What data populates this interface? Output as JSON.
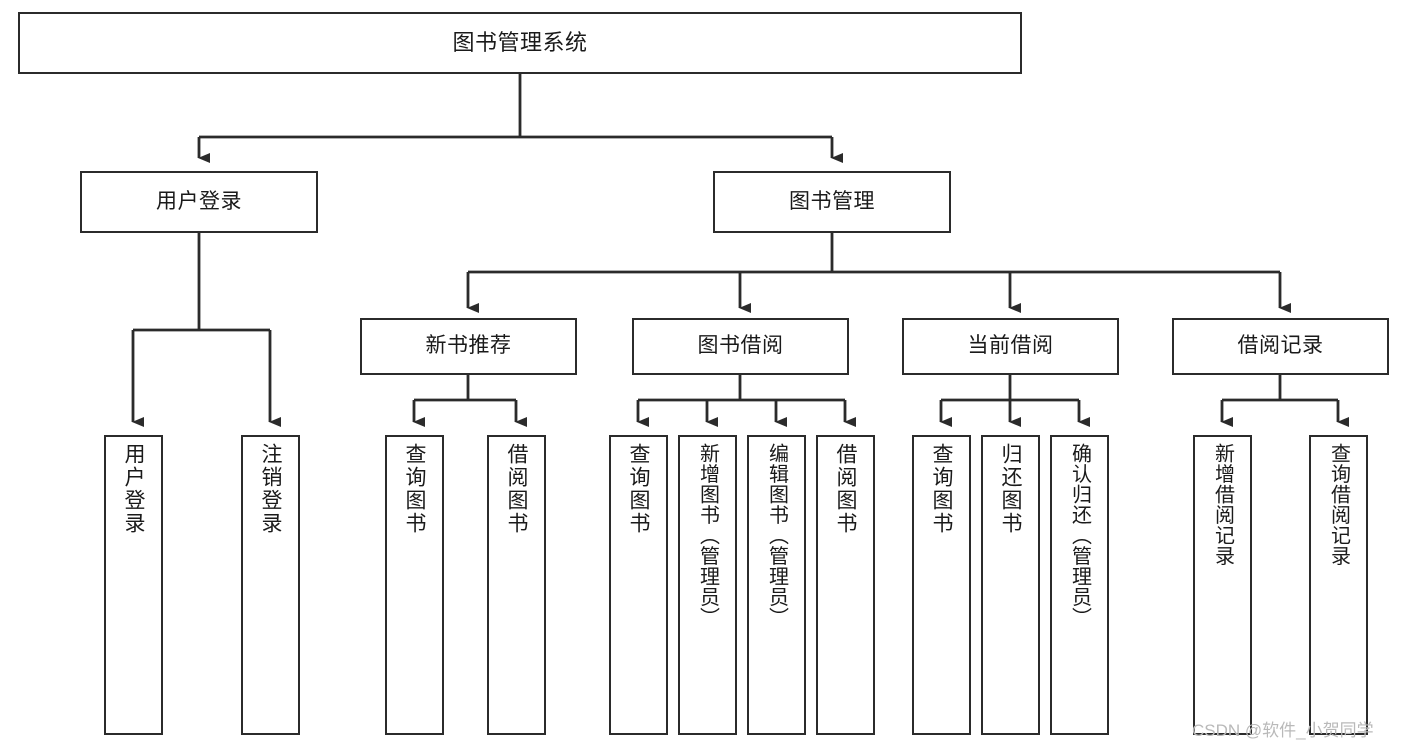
{
  "diagram": {
    "type": "tree-hierarchy",
    "title": "图书管理系统",
    "orientation": "top-down",
    "line_color": "#2b2b2b",
    "box_fill": "#ffffff",
    "text_color": "#1a1a1a"
  },
  "nodes": {
    "root": {
      "label": "图书管理系统"
    },
    "level2": [
      {
        "id": "user-login",
        "label": "用户登录"
      },
      {
        "id": "book-manage",
        "label": "图书管理"
      }
    ],
    "level3": [
      {
        "id": "new-book-recommend",
        "label": "新书推荐"
      },
      {
        "id": "book-borrow",
        "label": "图书借阅"
      },
      {
        "id": "current-borrow",
        "label": "当前借阅"
      },
      {
        "id": "borrow-record",
        "label": "借阅记录"
      }
    ],
    "leaves": {
      "user_login": [
        {
          "id": "leaf-user-login",
          "label": "用户登录"
        },
        {
          "id": "leaf-logout-login",
          "label": "注销登录"
        }
      ],
      "new_book_recommend": [
        {
          "id": "leaf-query-book-1",
          "label": "查询图书"
        },
        {
          "id": "leaf-borrow-book-1",
          "label": "借阅图书"
        }
      ],
      "book_borrow": [
        {
          "id": "leaf-query-book-2",
          "label": "查询图书"
        },
        {
          "id": "leaf-add-book",
          "label": "新增图书（管理员）"
        },
        {
          "id": "leaf-edit-book",
          "label": "编辑图书（管理员）"
        },
        {
          "id": "leaf-borrow-book-2",
          "label": "借阅图书"
        }
      ],
      "current_borrow": [
        {
          "id": "leaf-query-book-3",
          "label": "查询图书"
        },
        {
          "id": "leaf-return-book",
          "label": "归还图书"
        },
        {
          "id": "leaf-confirm-return",
          "label": "确认归还（管理员）"
        }
      ],
      "borrow_record": [
        {
          "id": "leaf-add-record",
          "label": "新增借阅记录"
        },
        {
          "id": "leaf-query-record",
          "label": "查询借阅记录"
        }
      ]
    }
  },
  "watermark": {
    "text": "CSDN @软件_小贺同学"
  }
}
